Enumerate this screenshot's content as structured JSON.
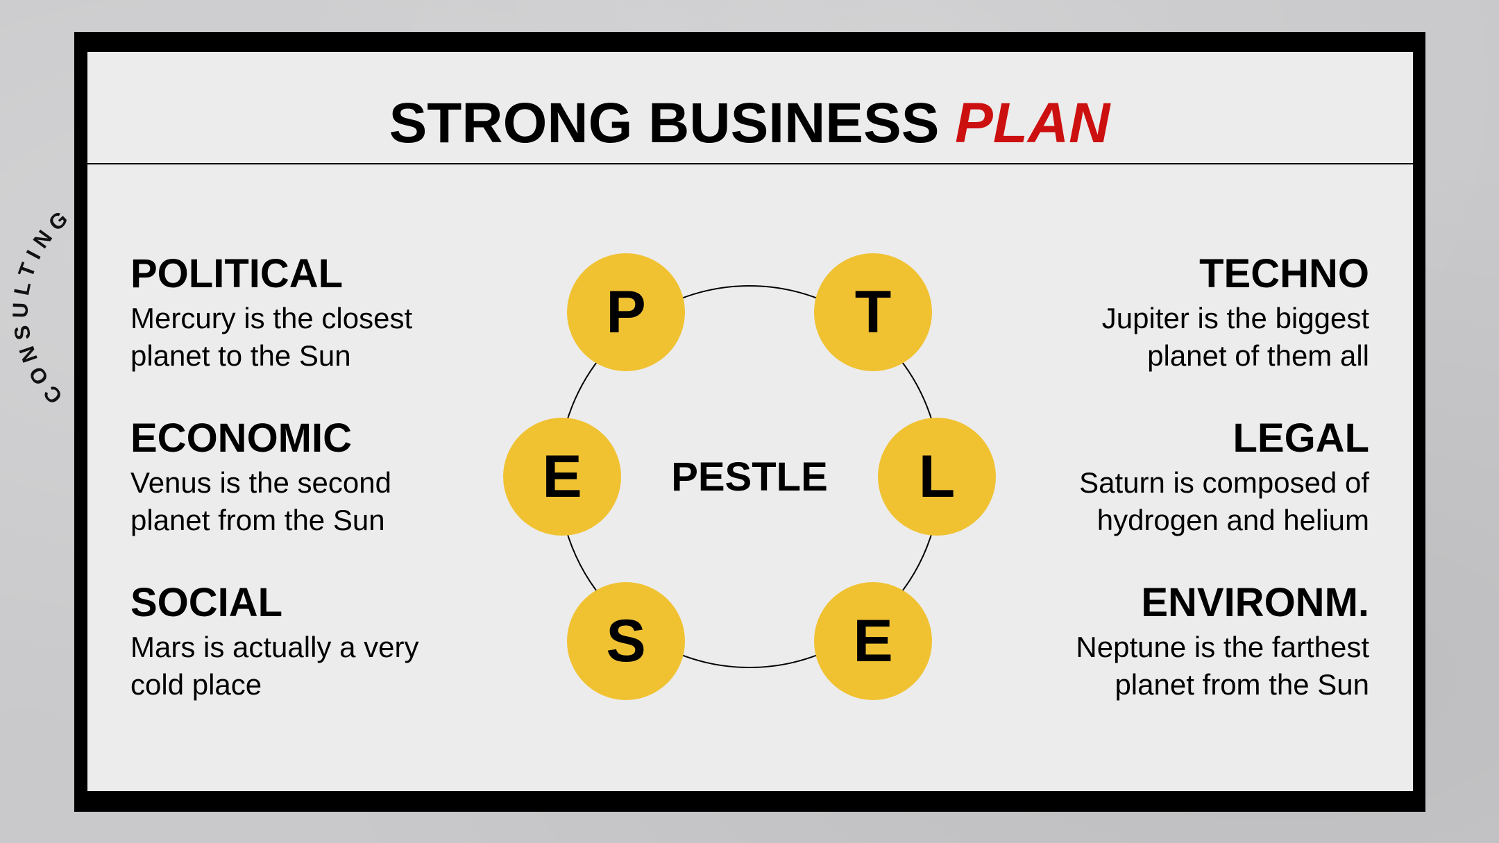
{
  "title": {
    "main": "STRONG BUSINESS ",
    "accent": "PLAN"
  },
  "badge": {
    "text": "CONSULTING"
  },
  "center_label": "PESTLE",
  "nodes": [
    {
      "letter": "P"
    },
    {
      "letter": "T"
    },
    {
      "letter": "E"
    },
    {
      "letter": "L"
    },
    {
      "letter": "S"
    },
    {
      "letter": "E"
    }
  ],
  "items": {
    "political": {
      "heading": "POLITICAL",
      "text": "Mercury is the closest planet to the Sun"
    },
    "economic": {
      "heading": "ECONOMIC",
      "text": "Venus is the second planet from the Sun"
    },
    "social": {
      "heading": "SOCIAL",
      "text": "Mars is actually a very cold place"
    },
    "techno": {
      "heading": "TECHNO",
      "text": "Jupiter is the biggest planet of them all"
    },
    "legal": {
      "heading": "LEGAL",
      "text": "Saturn is composed of hydrogen and helium"
    },
    "environm": {
      "heading": "ENVIRONM.",
      "text": "Neptune is the farthest planet from the Sun"
    }
  },
  "colors": {
    "accent": "#cc0f0f",
    "node_fill": "#f0c232",
    "frame": "#000000",
    "panel": "#ececec",
    "background": "#c9c9cb"
  }
}
